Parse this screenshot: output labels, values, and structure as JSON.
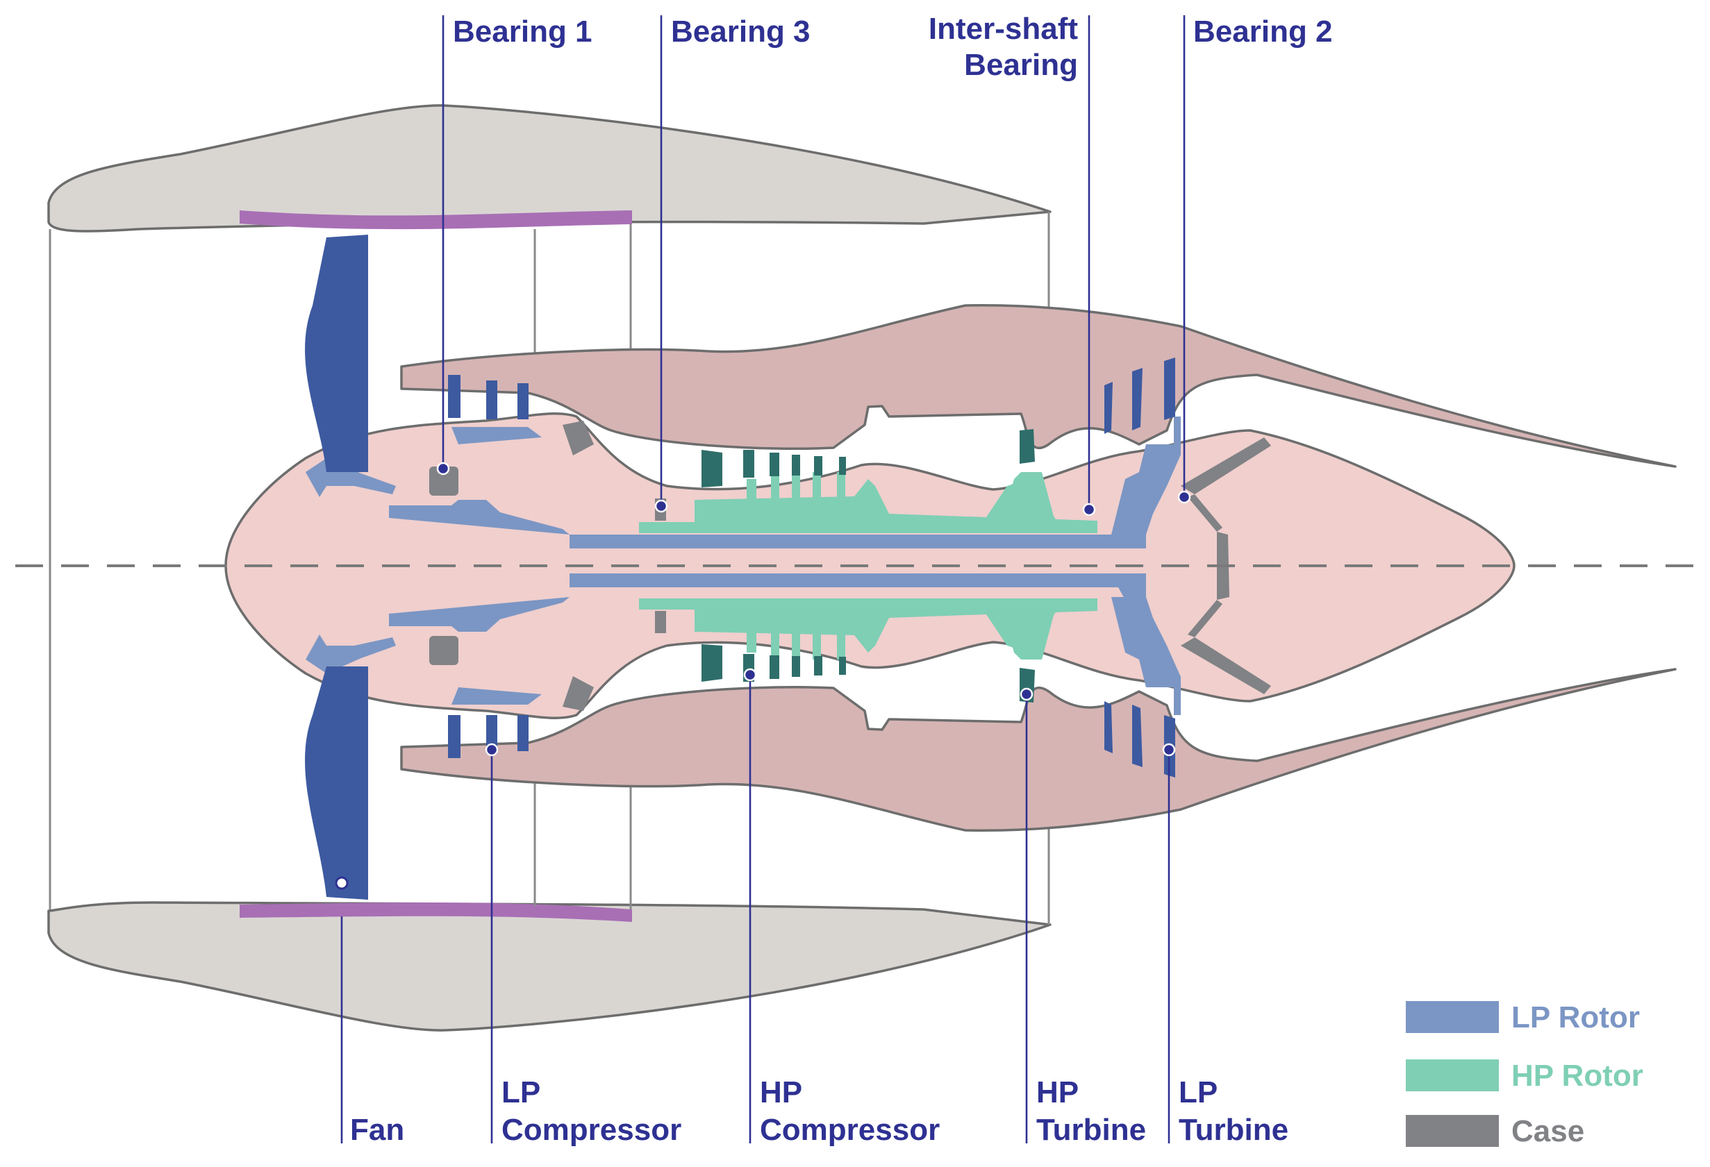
{
  "labels": {
    "bearing1": "Bearing 1",
    "bearing3": "Bearing 3",
    "intershaft_line1": "Inter-shaft",
    "intershaft_line2": "Bearing",
    "bearing2": "Bearing 2",
    "fan": "Fan",
    "lp_compressor_line1": "LP",
    "lp_compressor_line2": "Compressor",
    "hp_compressor_line1": "HP",
    "hp_compressor_line2": "Compressor",
    "hp_turbine_line1": "HP",
    "hp_turbine_line2": "Turbine",
    "lp_turbine_line1": "LP",
    "lp_turbine_line2": "Turbine"
  },
  "legend": [
    {
      "label": "LP Rotor",
      "color": "#7b96c4",
      "text_color": "#7b96c4"
    },
    {
      "label": "HP Rotor",
      "color": "#7fcfb5",
      "text_color": "#7fcfb5"
    },
    {
      "label": "Case",
      "color": "#808285",
      "text_color": "#808285"
    }
  ],
  "colors": {
    "nacelle": "#d9d6d2",
    "fan_case_liner": "#a86fb5",
    "fan_blade": "#3d5aa0",
    "lp_rotor": "#7b96c4",
    "lp_blade": "#3d5aa0",
    "hp_rotor": "#7fcfb5",
    "hp_blade": "#2e6e6a",
    "core_body": "#f0cfcd",
    "core_cowl": "#d6b4b4",
    "case": "#808285",
    "label_text": "#2e3192"
  }
}
